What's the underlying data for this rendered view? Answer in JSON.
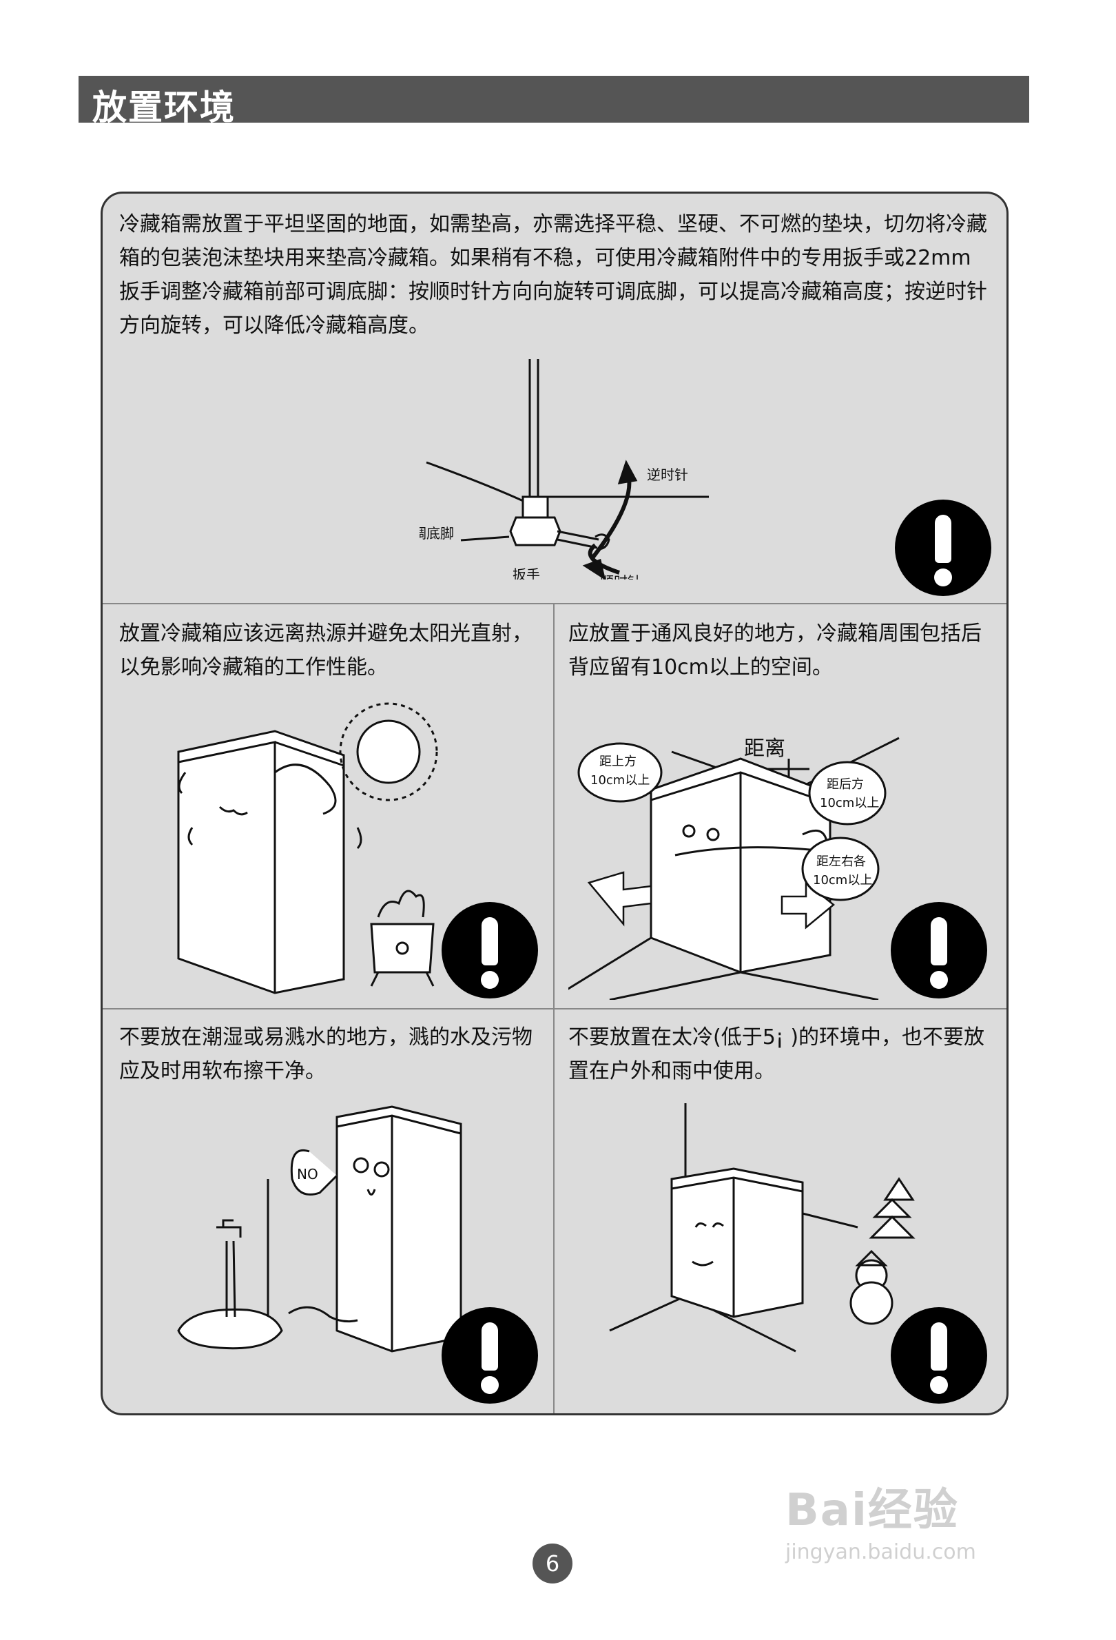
{
  "header": {
    "title": "放置环境"
  },
  "sections": {
    "top": {
      "text": "冷藏箱需放置于平坦坚固的地面，如需垫高，亦需选择平稳、坚硬、不可燃的垫块，切勿将冷藏箱的包装泡沫垫块用来垫高冷藏箱。如果稍有不稳，可使用冷藏箱附件中的专用扳手或22mm扳手调整冷藏箱前部可调底脚：按顺时针方向向旋转可调底脚，可以提高冷藏箱高度；按逆时针方向旋转，可以降低冷藏箱高度。",
      "labels": {
        "foot": "可调底脚",
        "ccw": "逆时针",
        "wrench": "扳手",
        "cw": "顺时针"
      }
    },
    "mid_left": {
      "text": "放置冷藏箱应该远离热源并避免太阳光直射，以免影响冷藏箱的工作性能。"
    },
    "mid_right": {
      "text": "应放置于通风良好的地方，冷藏箱周围包括后背应留有10cm以上的空间。",
      "labels": {
        "distance": "距离",
        "top_1": "距上方",
        "top_2": "10cm以上",
        "back_1": "距后方",
        "back_2": "10cm以上",
        "side_1": "距左右各",
        "side_2": "10cm以上"
      }
    },
    "bot_left": {
      "text": "不要放在潮湿或易溅水的地方，溅的水及污物应及时用软布擦干净。",
      "labels": {
        "no": "NO"
      }
    },
    "bot_right": {
      "text": "不要放置在太冷(低于5¡ )的环境中，也不要放置在户外和雨中使用。"
    }
  },
  "page_number": "6",
  "watermark": {
    "brand": "Bai经验",
    "url": "jingyan.baidu.com"
  }
}
